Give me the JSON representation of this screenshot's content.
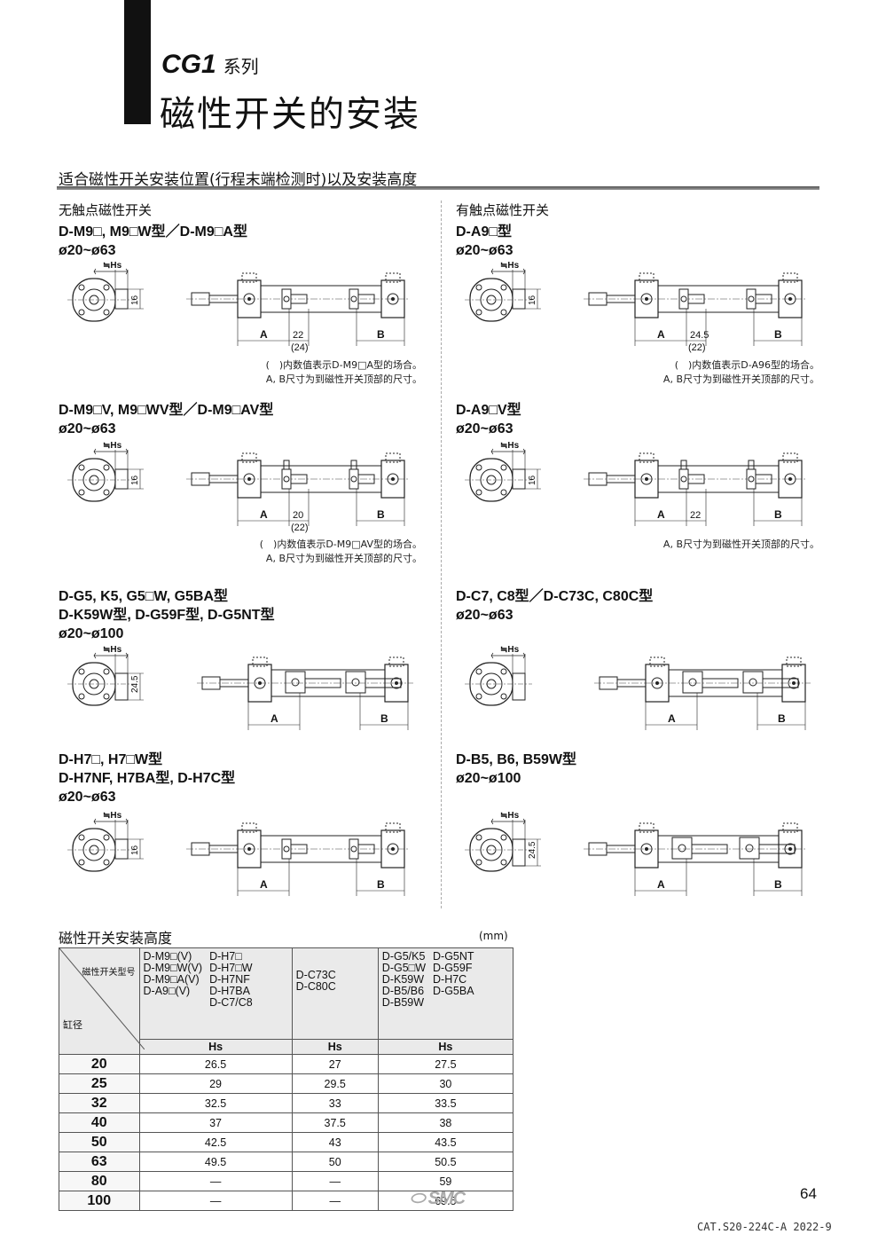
{
  "header": {
    "series_code": "CG1",
    "series_suffix": "系列",
    "title": "磁性开关的安装"
  },
  "section_title": "适合磁性开关安装位置(行程末端检测时)以及安装高度",
  "left_column_title": "无触点磁性开关",
  "right_column_title": "有触点磁性开关",
  "blocks": [
    {
      "models": [
        "D-M9□, M9□W型／D-M9□A型"
      ],
      "bore": "ø20~ø63",
      "dims": {
        "hs": "≒Hs",
        "height": "16",
        "a": "A",
        "b": "B",
        "gap": "22",
        "gap_alt": "(24)"
      },
      "notes": [
        "(　)内数值表示D-M9□A型的场合。",
        "A, B尺寸为到磁性开关顶部的尺寸。"
      ]
    },
    {
      "models": [
        "D-A9□型"
      ],
      "bore": "ø20~ø63",
      "dims": {
        "hs": "≒Hs",
        "height": "16",
        "a": "A",
        "b": "B",
        "gap": "24.5",
        "gap_alt": "(22)"
      },
      "notes": [
        "(　)内数值表示D-A96型的场合。",
        "A, B尺寸为到磁性开关顶部的尺寸。"
      ]
    },
    {
      "models": [
        "D-M9□V, M9□WV型／D-M9□AV型"
      ],
      "bore": "ø20~ø63",
      "dims": {
        "hs": "≒Hs",
        "height": "16",
        "a": "A",
        "b": "B",
        "gap": "20",
        "gap_alt": "(22)"
      },
      "notes": [
        "(　)内数值表示D-M9□AV型的场合。",
        "A, B尺寸为到磁性开关顶部的尺寸。"
      ]
    },
    {
      "models": [
        "D-A9□V型"
      ],
      "bore": "ø20~ø63",
      "dims": {
        "hs": "≒Hs",
        "height": "16",
        "a": "A",
        "b": "B",
        "gap": "22"
      },
      "notes": [
        "A, B尺寸为到磁性开关顶部的尺寸。"
      ]
    },
    {
      "models": [
        "D-G5, K5, G5□W, G5BA型",
        "D-K59W型, D-G59F型, D-G5NT型"
      ],
      "bore": "ø20~ø100",
      "dims": {
        "hs": "≒Hs",
        "height": "24.5",
        "a": "A",
        "b": "B"
      }
    },
    {
      "models": [
        "D-C7, C8型／D-C73C, C80C型"
      ],
      "bore": "ø20~ø63",
      "dims": {
        "hs": "≒Hs",
        "a": "A",
        "b": "B"
      }
    },
    {
      "models": [
        "D-H7□, H7□W型",
        "D-H7NF, H7BA型, D-H7C型"
      ],
      "bore": "ø20~ø63",
      "dims": {
        "hs": "≒Hs",
        "height": "16",
        "a": "A",
        "b": "B"
      }
    },
    {
      "models": [
        "D-B5, B6, B59W型"
      ],
      "bore": "ø20~ø100",
      "dims": {
        "hs": "≒Hs",
        "height": "24.5",
        "a": "A",
        "b": "B"
      }
    }
  ],
  "table": {
    "title": "磁性开关安装高度",
    "unit": "(mm)",
    "corner_top": "磁性开关型号",
    "corner_bottom": "缸径",
    "col1_a": [
      "D-M9□(V)",
      "D-M9□W(V)",
      "D-M9□A(V)",
      "D-A9□(V)"
    ],
    "col1_b": [
      "D-H7□",
      "D-H7□W",
      "D-H7NF",
      "D-H7BA",
      "D-C7/C8"
    ],
    "col2": [
      "D-C73C",
      "D-C80C"
    ],
    "col3_a": [
      "D-G5/K5",
      "D-G5□W",
      "D-K59W",
      "D-B5/B6",
      "D-B59W"
    ],
    "col3_b": [
      "D-G5NT",
      "D-G59F",
      "D-H7C",
      "D-G5BA"
    ],
    "sub_header": "Hs",
    "rows": [
      [
        "20",
        "26.5",
        "27",
        "27.5"
      ],
      [
        "25",
        "29",
        "29.5",
        "30"
      ],
      [
        "32",
        "32.5",
        "33",
        "33.5"
      ],
      [
        "40",
        "37",
        "37.5",
        "38"
      ],
      [
        "50",
        "42.5",
        "43",
        "43.5"
      ],
      [
        "63",
        "49.5",
        "50",
        "50.5"
      ],
      [
        "80",
        "—",
        "—",
        "59"
      ],
      [
        "100",
        "—",
        "—",
        "69.5"
      ]
    ]
  },
  "footer": {
    "page_number": "64",
    "brand": "SMC",
    "catalog": "CAT.S20-224C-A 2022-9"
  }
}
